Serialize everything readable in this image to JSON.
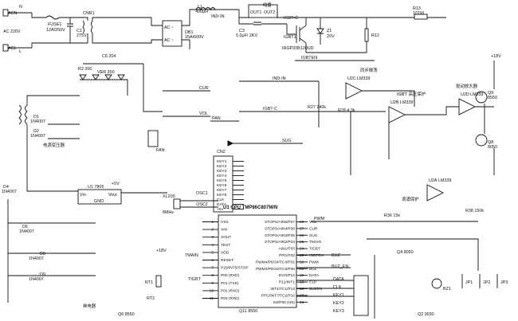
{
  "input": {
    "acn": "ACN",
    "acl": "ACL",
    "ac_voltage": "AC 220V",
    "n": "N",
    "l": "L",
    "fuse": "FUSE1",
    "fuse_val": "12A/250V",
    "c1": "C1",
    "c1_val": "275V",
    "cnr1": "CNR1"
  },
  "bridge": {
    "name": "DB1",
    "val": "15A/600V",
    "l1": "L1",
    "l1_val": "400μH"
  },
  "top": {
    "ind_in": "IND-IN",
    "out1": "OUT1",
    "out2": "OUT2",
    "coil": "线盘",
    "c3": "C3",
    "c3_val": "5.0μF/ 2KV",
    "igbt_c": "IGBT-C",
    "igbt1": "IGBT1",
    "igbt_part": "IRGP20B120UD",
    "d_zener": "Z1",
    "zener_val": "20V",
    "r12": "R12",
    "r13": "R13",
    "r13_val": "101W",
    "igbten": "IGBTEN"
  },
  "mid": {
    "ind_in2": "IND-IN",
    "pan": "PAN",
    "igbt_c2": "IGBT-C",
    "sync": "同步振荡",
    "igbt_hv": "IGBT 高压保护",
    "driver": "驱动放大器",
    "u2c": "U2C",
    "lm339_a": "LM339",
    "u2b": "U2B",
    "lm339_b": "LM339",
    "u2d": "U2D",
    "lm339_c": "LM339",
    "u2a": "U2A",
    "lm339_d": "LM339",
    "r27": "R27 240k",
    "r28": "R28 4.3k",
    "cur": "CUR",
    "vol": "VOL",
    "sug": "SUG",
    "surge": "浪涌保护",
    "r36": "R36 15k",
    "pwm": "PWM",
    "r38": "R38 150k",
    "q8": "Q8",
    "q8_val": "8050",
    "q9": "Q9",
    "q9_val": "8550",
    "plus18": "+18V"
  },
  "left": {
    "transformer": "电源变压器",
    "d1": "D1",
    "d1_val": "1N4007",
    "d2": "D2",
    "d2_val": "1N4007",
    "d4": "D4",
    "d4_val": "1N4007",
    "d6": "D6",
    "d6_val": "1N4007",
    "d8": "D8",
    "d8_val": "1N4007",
    "d9": "D9",
    "d9_val": "1N4007",
    "u1": "U1 7805",
    "vin": "Vin",
    "vout": "Vout",
    "gnd": "GND",
    "plus5": "+5V",
    "plus18": "+18V",
    "fan": "FAN",
    "relay": "继电器",
    "ver": "VER 300",
    "c6": "C6 204",
    "r2": "R2 200"
  },
  "cpu": {
    "name": "U1 CPU TMP86C807M/N",
    "left_pins": [
      "VSS",
      "XIN",
      "XOUT",
      "TEST",
      "VDD",
      "RESET",
      "P20/INT5/STOP",
      "P00 (RXD)",
      "P01 (TXD)",
      "P02 (RXD)",
      "P03 (RXD)"
    ],
    "left_nums": [
      "1",
      "2",
      "3",
      "4",
      "5",
      "6",
      "7",
      "8",
      "9",
      "10",
      "11"
    ],
    "right_pins": [
      "STOPS/AIN5/P37",
      "STOPS/AIN4/P36",
      "STOPS/AIN3/P35",
      "STOPS/AIN2/P34",
      "AIN1/P33",
      "PPG/P32",
      "PWM4/PDO4/TC4/P31",
      "PWM3/PDO3/TC3/P30",
      "DVO/P12",
      "P11/INT1",
      "INT4/TC1/P13",
      "PPG/INT7/TC2/P10",
      "SS/P00 (HS)"
    ],
    "right_nums": [
      "28",
      "27",
      "26",
      "25",
      "24",
      "23",
      "22",
      "21",
      "20",
      "19",
      "18",
      "17",
      "16"
    ],
    "right_nets": [
      "VOL",
      "CUR",
      "SUG",
      "TMAIN",
      "TIGBT",
      "IGBTEN",
      "PWM",
      "BUZ",
      "DATA",
      "CLK",
      "BUZEN",
      "",
      ""
    ],
    "cn2": "CN2",
    "keys": [
      "KEY1",
      "KEY2",
      "KEY3",
      "KEY4",
      "KEY5",
      "KEY6",
      "KEY7",
      "KEY8",
      "CLK",
      "DATA",
      "+5V"
    ],
    "osc1": "OSC1",
    "osc2": "OSC2",
    "xtal": "XL200",
    "xtal_val": "8MHz"
  },
  "bottom": {
    "buz_en": "BUZ_EN",
    "buz": "BUZ",
    "bz1": "BZ1",
    "data": "DATA",
    "clk": "CLK",
    "key1": "KEY1",
    "key2": "KEY2",
    "key3": "KEY3",
    "jp1": "JP1",
    "jp2": "JP2",
    "jp3": "JP3",
    "tigbt": "TIGBT",
    "tmain": "TMAIN",
    "rt1": "RT1",
    "rt2": "RT2",
    "q6": "Q6 8550",
    "q11": "Q11 8550",
    "q2": "Q2 9030",
    "q4": "Q4 8050"
  }
}
